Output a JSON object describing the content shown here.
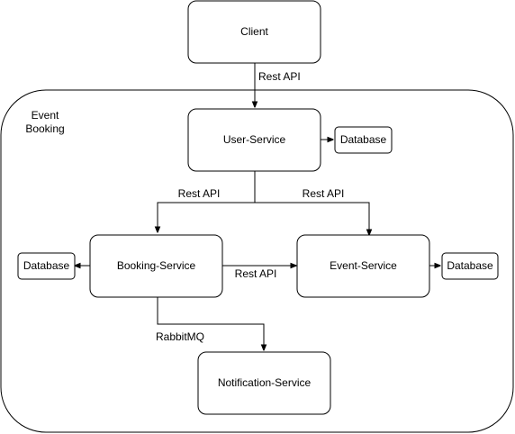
{
  "nodes": {
    "client": "Client",
    "group": "Event\nBooking",
    "user_service": "User-Service",
    "booking_service": "Booking-Service",
    "event_service": "Event-Service",
    "notification_service": "Notification-Service",
    "db_user": "Database",
    "db_booking": "Database",
    "db_event": "Database"
  },
  "edges": {
    "client_to_user": "Rest API",
    "user_to_booking": "Rest API",
    "user_to_event": "Rest API",
    "booking_to_event": "Rest API",
    "booking_to_notification": "RabbitMQ"
  }
}
